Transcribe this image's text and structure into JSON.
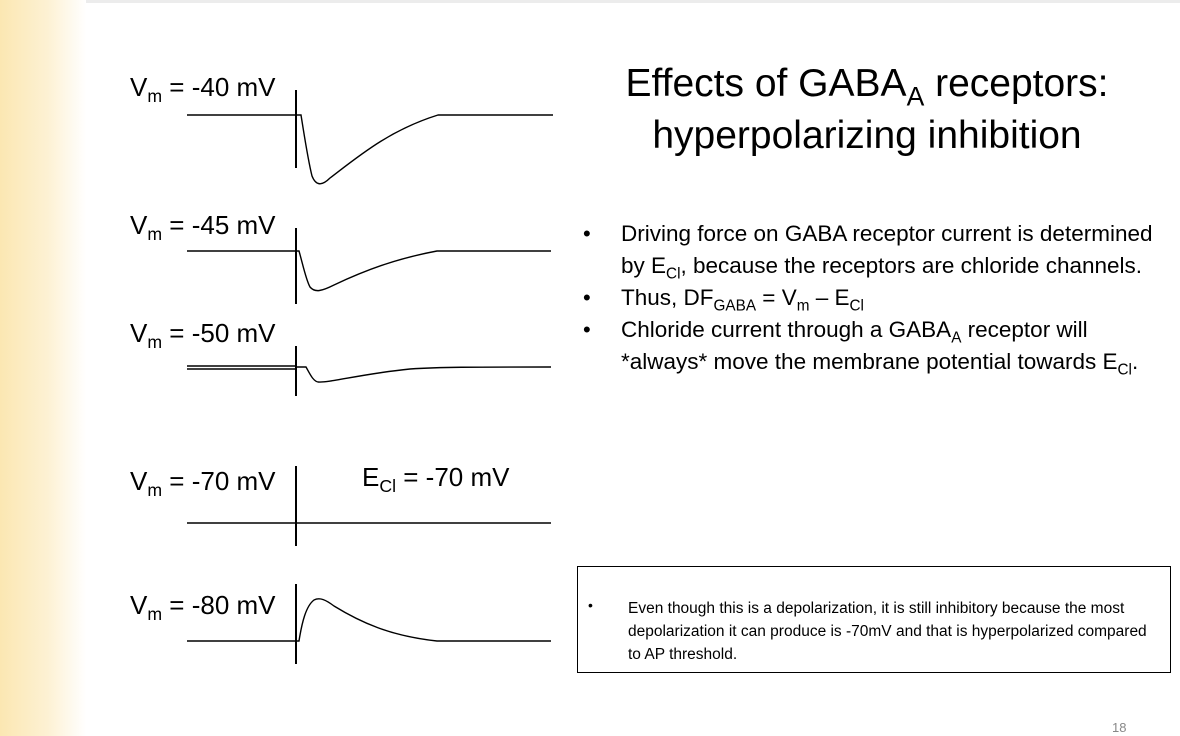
{
  "slide": {
    "title_line1_main": "Effects of GABA",
    "title_line1_sub": "A",
    "title_line1_tail": " receptors:",
    "title_line2": "hyperpolarizing inhibition",
    "page_number": "18"
  },
  "traces": [
    {
      "prefix": "V",
      "sub": "m",
      "value": " = -40 mV"
    },
    {
      "prefix": "V",
      "sub": "m",
      "value": " = -45 mV"
    },
    {
      "prefix": "V",
      "sub": "m",
      "value": " = -50 mV"
    },
    {
      "prefix": "V",
      "sub": "m",
      "value": " = -70 mV"
    },
    {
      "prefix": "V",
      "sub": "m",
      "value": " = -80 mV"
    }
  ],
  "ecl_label": {
    "prefix": "E",
    "sub": "Cl",
    "value": " = -70 mV"
  },
  "bullets": {
    "b1": {
      "part1": "Driving force on GABA receptor current is determined by E",
      "sub": "Cl",
      "part2": ", because the receptors are chloride channels."
    },
    "b2": {
      "part1": "Thus, DF",
      "sub1": "GABA",
      "part2": " = V",
      "sub2": "m",
      "part3": " – E",
      "sub3": "Cl"
    },
    "b3": {
      "part1": "Chloride current through a GABA",
      "sub1": "A",
      "part2": " receptor will *always* move the membrane potential towards E",
      "sub2": "Cl",
      "part3": "."
    }
  },
  "note": {
    "bullet": "•",
    "text": "Even though this is a depolarization, it is still inhibitory because the most depolarization it can produce is -70mV and that is hyperpolarized compared to AP threshold."
  }
}
